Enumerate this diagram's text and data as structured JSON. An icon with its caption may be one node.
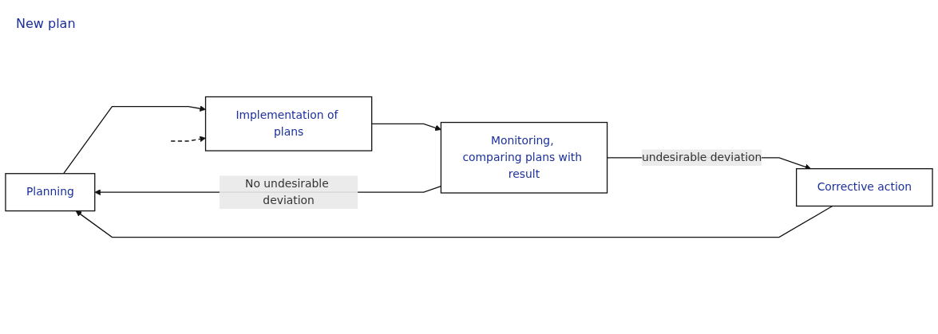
{
  "diagram": {
    "nodes": [
      {
        "text": [
          "Planning"
        ]
      },
      {
        "text": [
          "Implementation of plans"
        ]
      },
      {
        "text": [
          "Monitoring, comparing plans with result"
        ]
      },
      {
        "text": [
          "Corrective action"
        ]
      }
    ],
    "edges": [
      {
        "from": 0,
        "to": 1,
        "arrow": "to"
      },
      {
        "from": 1,
        "to": 2,
        "arrow": "to"
      },
      {
        "from": 2,
        "to": 0,
        "arrow": "to",
        "label": "No undesirable deviation"
      },
      {
        "from": 2,
        "to": 3,
        "arrow": "to",
        "label": "undesirable deviation"
      },
      {
        "from": 3,
        "to": 0,
        "arrow": "to"
      },
      {
        "from": null,
        "to": 1,
        "arrow": "to",
        "style": "dashed"
      }
    ],
    "labels": [
      "New plan"
    ]
  }
}
